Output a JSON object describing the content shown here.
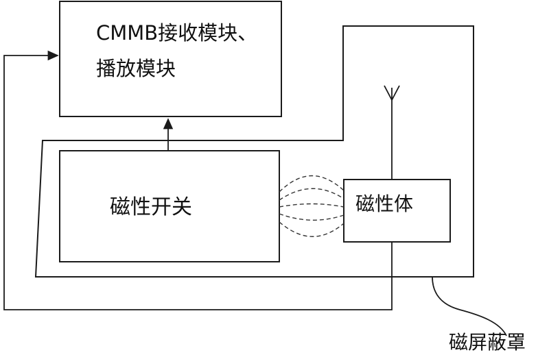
{
  "blocks": {
    "cmmb_module_line1": "CMMB接收模块、",
    "cmmb_module_line2": "播放模块",
    "magnetic_switch": "磁性开关",
    "magnet": "磁性体"
  },
  "callout": {
    "magnetic_shield": "磁屏蔽罩"
  },
  "colors": {
    "line": "#1a1a1a",
    "background": "#ffffff"
  }
}
